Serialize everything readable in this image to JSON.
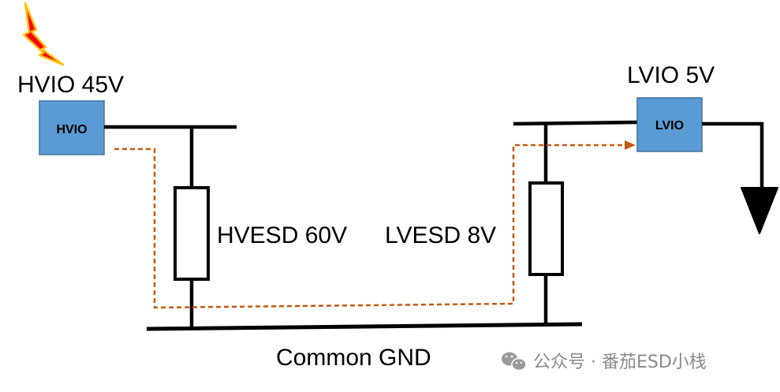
{
  "labels": {
    "hvio_title": "HVIO 45V",
    "hvio_box": "HVIO",
    "lvio_title": "LVIO 5V",
    "lvio_box": "LVIO",
    "hvesd": "HVESD 60V",
    "lvesd": "LVESD 8V",
    "ground": "Common GND"
  },
  "watermark": {
    "text": "公众号 · 番茄ESD小栈",
    "icon": "wechat-icon"
  },
  "colors": {
    "io_box_fill": "#5b9bd5",
    "io_box_stroke": "#41719c",
    "esd_path": "#c55a11",
    "lightning_fill": "#ff0000",
    "lightning_stroke": "#ffc000",
    "wire": "#000000"
  },
  "icons": {
    "esd_event": "lightning-bolt-icon",
    "ground_symbol": "ground-triangle-icon"
  }
}
